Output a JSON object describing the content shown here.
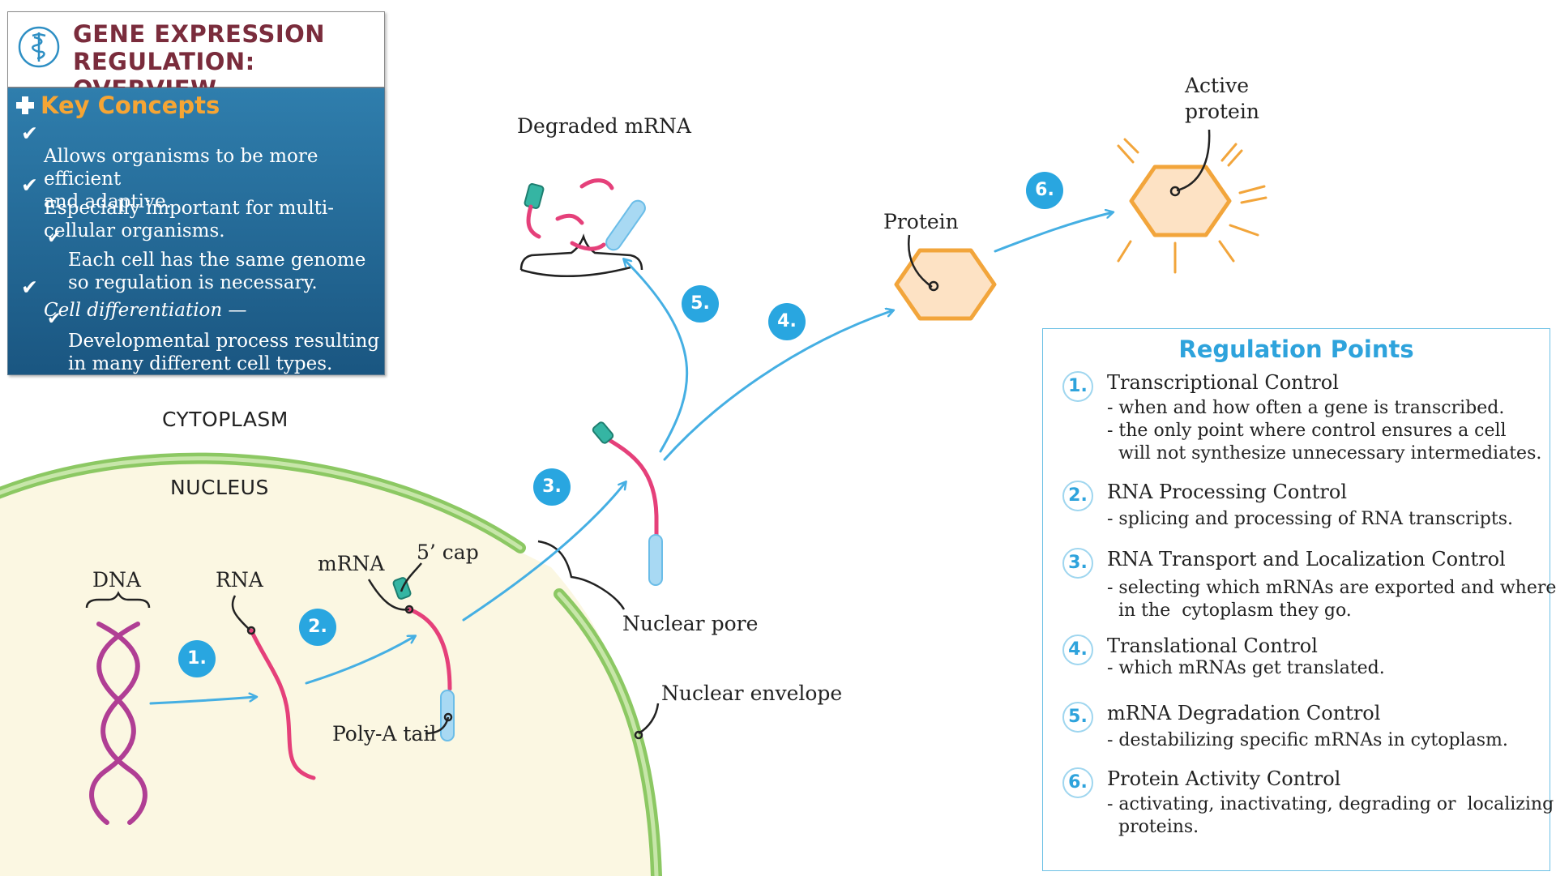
{
  "title": {
    "line1": "GENE EXPRESSION",
    "line2": "REGULATION: OVERVIEW",
    "logo_icon": "caduceus-icon"
  },
  "key_concepts": {
    "heading": "Key Concepts",
    "items": [
      "Allows organisms to be more efficient\nand adaptive.",
      "Especially important for multi-\ncellular organisms.",
      "Each cell has the same genome\nso regulation is necessary.",
      "Cell differentiation —",
      "Developmental process resulting\nin many different cell types."
    ]
  },
  "diagram": {
    "cytoplasm": "CYTOPLASM",
    "nucleus": "NUCLEUS",
    "dna": "DNA",
    "rna": "RNA",
    "mrna": "mRNA",
    "cap": "5’ cap",
    "polya": "Poly-A tail",
    "nuclear_pore": "Nuclear pore",
    "nuclear_envelope": "Nuclear envelope",
    "degraded_mrna": "Degraded mRNA",
    "protein": "Protein",
    "active_protein": "Active\nprotein",
    "steps": [
      "1.",
      "2.",
      "3.",
      "4.",
      "5.",
      "6."
    ]
  },
  "regulation": {
    "title": "Regulation Points",
    "items": [
      {
        "num": "1.",
        "title": "Transcriptional Control",
        "desc": "- when and how often a gene is transcribed.\n- the only point where control ensures a cell\n  will not synthesize unnecessary intermediates."
      },
      {
        "num": "2.",
        "title": "RNA Processing Control",
        "desc": "- splicing and processing of RNA transcripts."
      },
      {
        "num": "3.",
        "title": "RNA Transport and Localization Control",
        "desc": "- selecting which mRNAs are exported and where\n  in the  cytoplasm they go."
      },
      {
        "num": "4.",
        "title": "Translational Control",
        "desc": "- which mRNAs get translated."
      },
      {
        "num": "5.",
        "title": "mRNA Degradation Control",
        "desc": "- destabilizing specific mRNAs in cytoplasm."
      },
      {
        "num": "6.",
        "title": "Protein Activity Control",
        "desc": "- activating, inactivating, degrading or  localizing\n  proteins."
      }
    ]
  },
  "colors": {
    "nucleus_fill": "#fbf7e2",
    "envelope_green": "#8cc863",
    "step_blue": "#29a6e0",
    "arrow_blue": "#45afe3",
    "dna_purple": "#b03e94",
    "rna_pink": "#e5407a",
    "cap_teal": "#35b5a3",
    "tail_blue": "#a8d9f3",
    "protein_orange": "#f2a53b",
    "protein_fill": "#fde2c4",
    "title_maroon": "#7a2c3c",
    "concepts_blue": "#1f6494",
    "concepts_orange": "#f6a534"
  }
}
